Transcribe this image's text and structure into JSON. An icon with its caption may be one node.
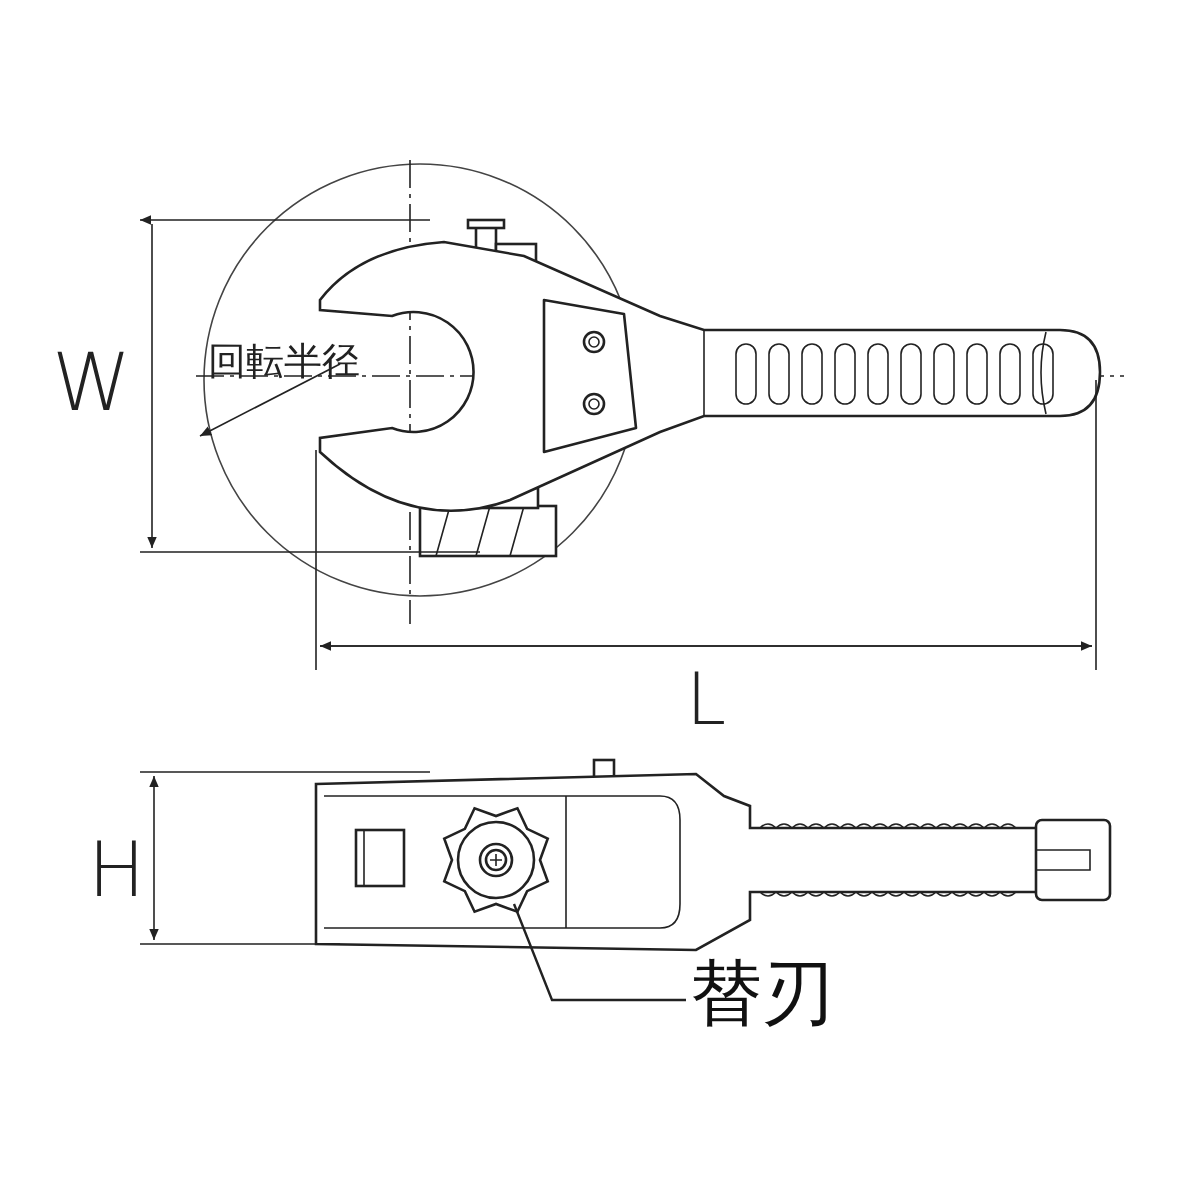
{
  "diagram": {
    "nodes": [
      {
        "text": [
          "替刃"
        ]
      },
      {
        "text": [],
        "shape": "picture"
      }
    ],
    "edges": [
      {
        "from": 0,
        "to": 1,
        "arrow": "none"
      }
    ],
    "labels": [
      "W",
      "回転半径",
      "L",
      "H"
    ]
  }
}
